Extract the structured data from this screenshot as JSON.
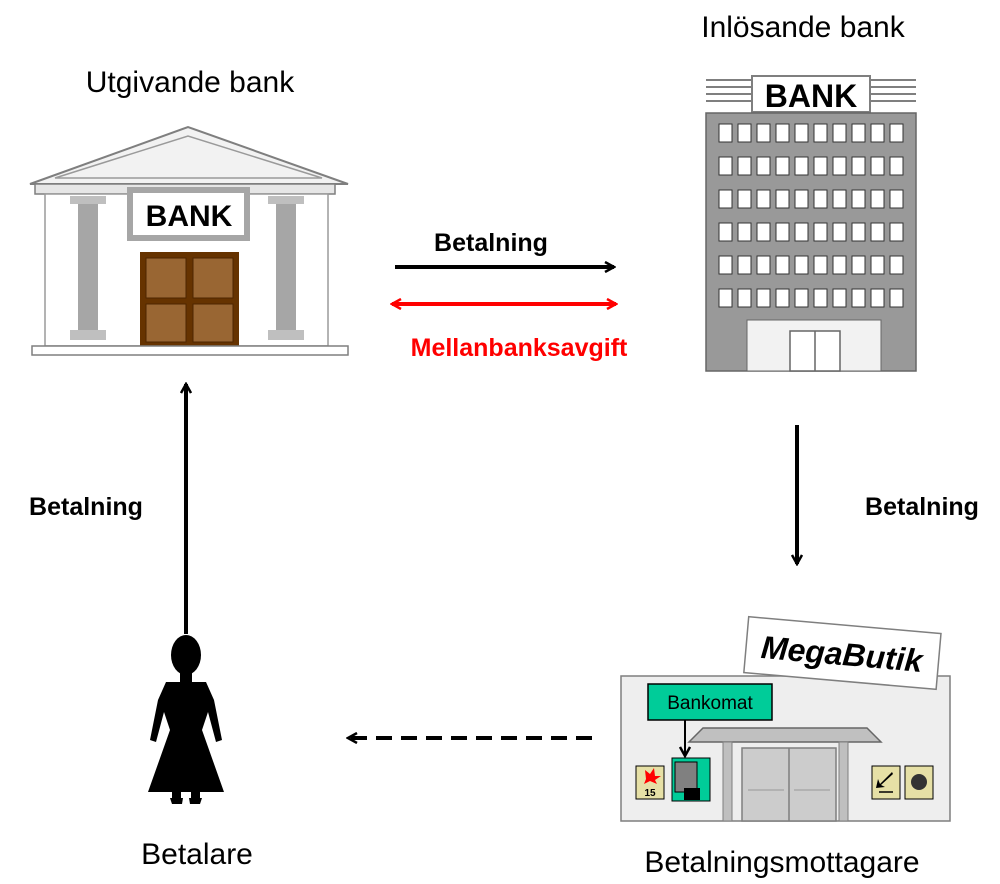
{
  "nodes": {
    "issuing_bank": {
      "label": "Utgivande bank",
      "sign": "BANK"
    },
    "acquiring_bank": {
      "label": "Inlösande bank",
      "sign": "BANK"
    },
    "payer": {
      "label": "Betalare"
    },
    "merchant": {
      "label": "Betalningsmottagare",
      "store_sign": "MegaButik",
      "atm_label": "Bankomat",
      "poster_number": "15"
    }
  },
  "flows": {
    "bank_to_bank": "Betalning",
    "interchange_fee": "Mellanbanksavgift",
    "payer_to_issuer": "Betalning",
    "acquirer_to_merchant": "Betalning"
  },
  "colors": {
    "black": "#000000",
    "fee_red": "#ff0000",
    "column_gray": "#a6a6a6",
    "door_brown": "#996633",
    "building_gray": "#999999",
    "atm_green": "#00cc99"
  }
}
